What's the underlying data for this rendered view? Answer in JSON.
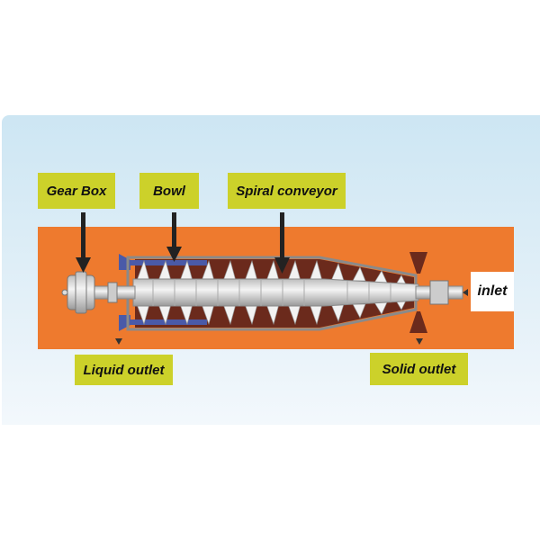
{
  "labels": {
    "gear_box": "Gear Box",
    "bowl": "Bowl",
    "spiral_conveyor": "Spiral conveyor",
    "liquid_outlet": "Liquid outlet",
    "solid_outlet": "Solid outlet",
    "inlet": "inlet"
  },
  "colors": {
    "housing": "#ee7a2e",
    "label_bg": "#ccd12a",
    "liquid": "#4a5aa8",
    "solid": "#6b2a1c"
  }
}
